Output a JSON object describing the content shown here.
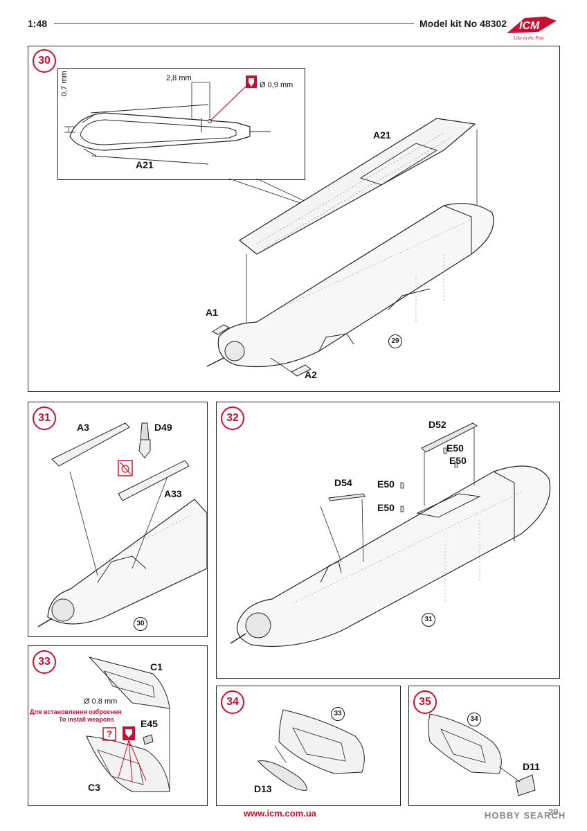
{
  "header": {
    "scale": "1:48",
    "kit_number": "Model kit No 48302",
    "logo_text": "ICM",
    "logo_tagline": "Like in the Past"
  },
  "step30": {
    "number": "30",
    "dim_length": "2,8 mm",
    "dim_height": "0,7 mm",
    "dim_diameter": "Ø 0,9 mm",
    "inset_part": "A21",
    "part_A21": "A21",
    "part_A1": "A1",
    "part_A2": "A2",
    "ref_step": "29"
  },
  "step31": {
    "number": "31",
    "part_A3": "A3",
    "part_D49": "D49",
    "part_A33": "A33",
    "ref_step": "30"
  },
  "step32": {
    "number": "32",
    "part_D52": "D52",
    "part_E50_a": "E50",
    "part_E50_b": "E50",
    "part_E50_c": "E50",
    "part_E50_d": "E50",
    "part_D54": "D54",
    "ref_step": "31"
  },
  "step33": {
    "number": "33",
    "part_C1": "C1",
    "diameter": "Ø 0.8 mm",
    "note_ua": "Для встановлення озброєння",
    "note_en": "To install weapons",
    "part_E45": "E45",
    "part_C3": "C3",
    "question_mark": "?"
  },
  "step34": {
    "number": "34",
    "ref_step": "33",
    "part_D13": "D13"
  },
  "step35": {
    "number": "35",
    "ref_step": "34",
    "part_D11": "D11"
  },
  "footer": {
    "url": "www.icm.com.ua",
    "watermark": "HOBBY SEARCH",
    "page": "29"
  },
  "colors": {
    "accent": "#c8102e",
    "line": "#222222"
  }
}
